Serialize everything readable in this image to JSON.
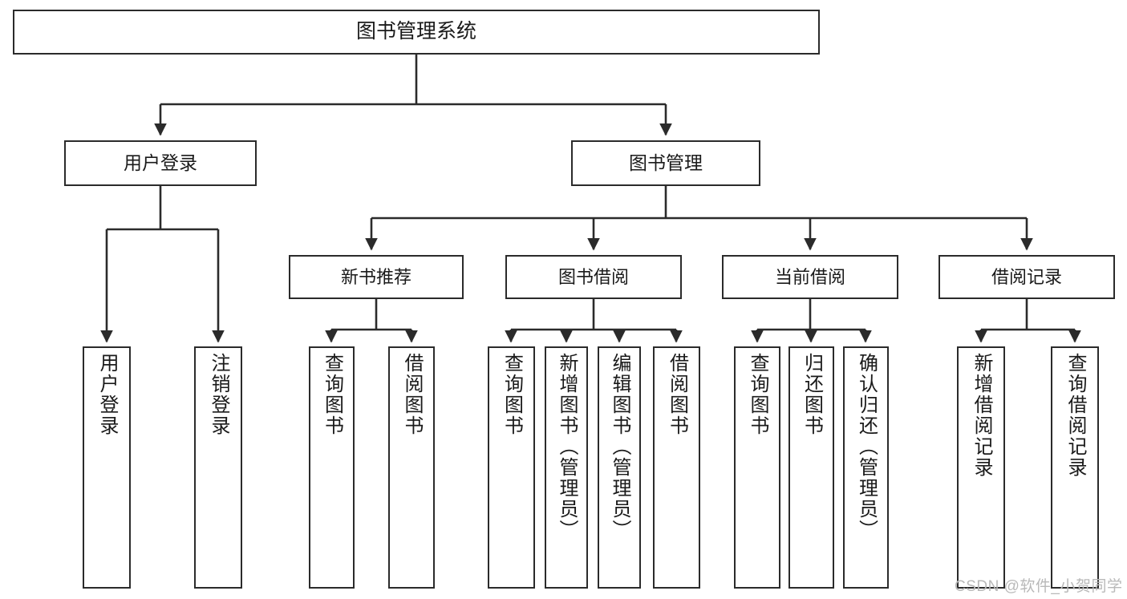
{
  "diagram": {
    "title": "图书管理系统",
    "type": "hierarchy-tree",
    "colors": {
      "box_border": "#2b2b2b",
      "box_fill": "#ffffff",
      "connector": "#2b2b2b",
      "text": "#1a1a1a",
      "watermark": "#b9b9b9",
      "background": "#ffffff"
    },
    "nodes": {
      "root": {
        "label": "图书管理系统"
      },
      "level1": [
        {
          "label": "用户登录"
        },
        {
          "label": "图书管理"
        }
      ],
      "level2": [
        {
          "label": "新书推荐"
        },
        {
          "label": "图书借阅"
        },
        {
          "label": "当前借阅"
        },
        {
          "label": "借阅记录"
        }
      ],
      "leaves": [
        {
          "label": "用户登录"
        },
        {
          "label": "注销登录"
        },
        {
          "label": "查询图书"
        },
        {
          "label": "借阅图书"
        },
        {
          "label": "查询图书"
        },
        {
          "label": "新增图书（管理员）"
        },
        {
          "label": "编辑图书（管理员）"
        },
        {
          "label": "借阅图书"
        },
        {
          "label": "查询图书"
        },
        {
          "label": "归还图书"
        },
        {
          "label": "确认归还（管理员）"
        },
        {
          "label": "新增借阅记录"
        },
        {
          "label": "查询借阅记录"
        }
      ]
    },
    "watermark": "CSDN @软件_小贺同学"
  }
}
